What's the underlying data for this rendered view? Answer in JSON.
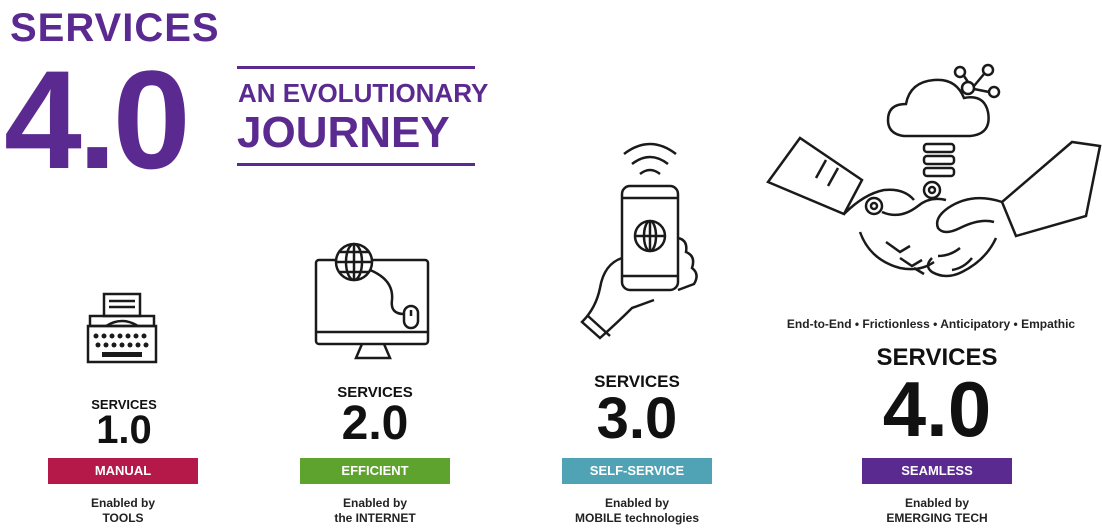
{
  "header": {
    "services": "SERVICES",
    "version": "4.0",
    "subtitle_line1": "AN EVOLUTIONARY",
    "subtitle_line2": "JOURNEY",
    "color": "#5b2a91"
  },
  "stages": [
    {
      "title": "SERVICES",
      "version": "1.0",
      "badge": "MANUAL",
      "badge_color": "#b5194a",
      "caption_line1": "Enabled by",
      "caption_line2": "TOOLS",
      "icon": "typewriter-icon"
    },
    {
      "title": "SERVICES",
      "version": "2.0",
      "badge": "EFFICIENT",
      "badge_color": "#5fa32f",
      "caption_line1": "Enabled by",
      "caption_line2": "the INTERNET",
      "icon": "computer-globe-icon"
    },
    {
      "title": "SERVICES",
      "version": "3.0",
      "badge": "SELF-SERVICE",
      "badge_color": "#4fa3b4",
      "caption_line1": "Enabled by",
      "caption_line2": "MOBILE technologies",
      "icon": "smartphone-hand-icon"
    },
    {
      "title": "SERVICES",
      "version": "4.0",
      "badge": "SEAMLESS",
      "badge_color": "#5b2a91",
      "caption_line1": "Enabled by",
      "caption_line2": "EMERGING TECH",
      "icon": "robot-handshake-cloud-icon"
    }
  ],
  "tagline": "End-to-End • Frictionless • Anticipatory • Empathic"
}
